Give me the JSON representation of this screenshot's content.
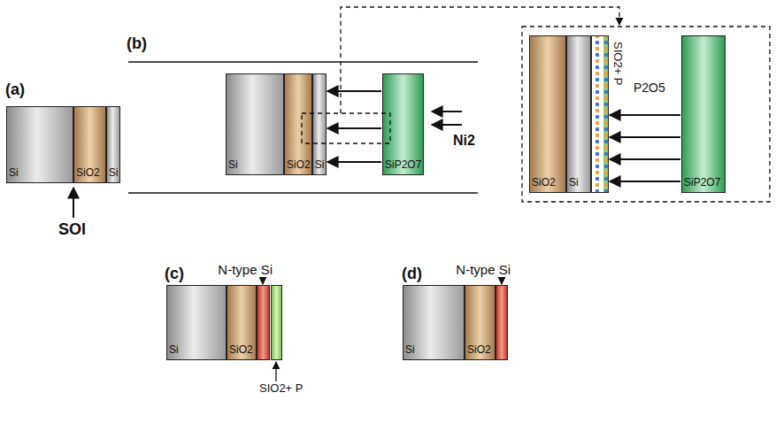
{
  "diagram": {
    "nodes": [
      {
        "text": [
          "Si"
        ]
      },
      {
        "text": [
          "SiO2"
        ]
      },
      {
        "text": [
          "Si"
        ]
      },
      {
        "text": [
          "Si"
        ]
      },
      {
        "text": [
          "SiO2"
        ]
      },
      {
        "text": [
          "Si"
        ]
      },
      {
        "text": [
          "SiP2O7"
        ]
      },
      {
        "text": [
          "SiO2"
        ]
      },
      {
        "text": [
          "Si"
        ]
      },
      {
        "text": [
          "SIO2+ P"
        ]
      },
      {
        "text": [
          "SiP2O7"
        ]
      },
      {
        "text": [
          "Si"
        ]
      },
      {
        "text": [
          "SiO2"
        ]
      },
      {
        "text": [
          "N-type Si"
        ]
      },
      {
        "text": [
          "SIO2+ P"
        ]
      },
      {
        "text": [
          "Si"
        ]
      },
      {
        "text": [
          "SiO2"
        ]
      },
      {
        "text": [
          "N-type Si"
        ]
      }
    ],
    "edges": [
      {
        "from": 6,
        "to": 5,
        "arrow": "to"
      },
      {
        "from": 6,
        "to": 5,
        "arrow": "to"
      },
      {
        "from": 6,
        "to": 5,
        "arrow": "to"
      },
      {
        "from": 10,
        "to": 9,
        "arrow": "to"
      },
      {
        "from": 10,
        "to": 9,
        "arrow": "to"
      },
      {
        "from": 10,
        "to": 9,
        "arrow": "to"
      },
      {
        "from": 10,
        "to": 9,
        "arrow": "to"
      }
    ],
    "labels": [
      "(a)",
      "SOI",
      "(b)",
      "Ni2",
      "P2O5",
      "(c)",
      "(d)"
    ]
  }
}
